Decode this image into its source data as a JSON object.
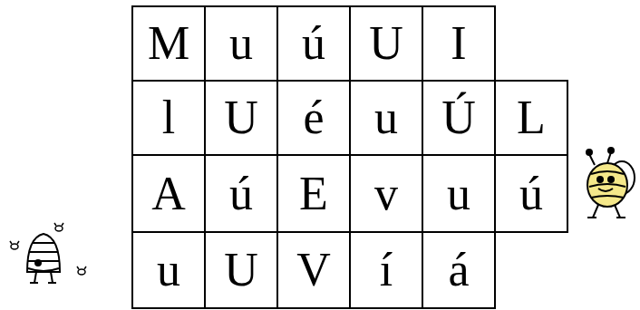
{
  "diagram": {
    "labels": [
      "M",
      "u",
      "ú",
      "U",
      "I",
      "l",
      "U",
      "é",
      "u",
      "Ú",
      "L",
      "A",
      "ú",
      "E",
      "v",
      "u",
      "ú",
      "u",
      "U",
      "V",
      "í",
      "á"
    ]
  }
}
